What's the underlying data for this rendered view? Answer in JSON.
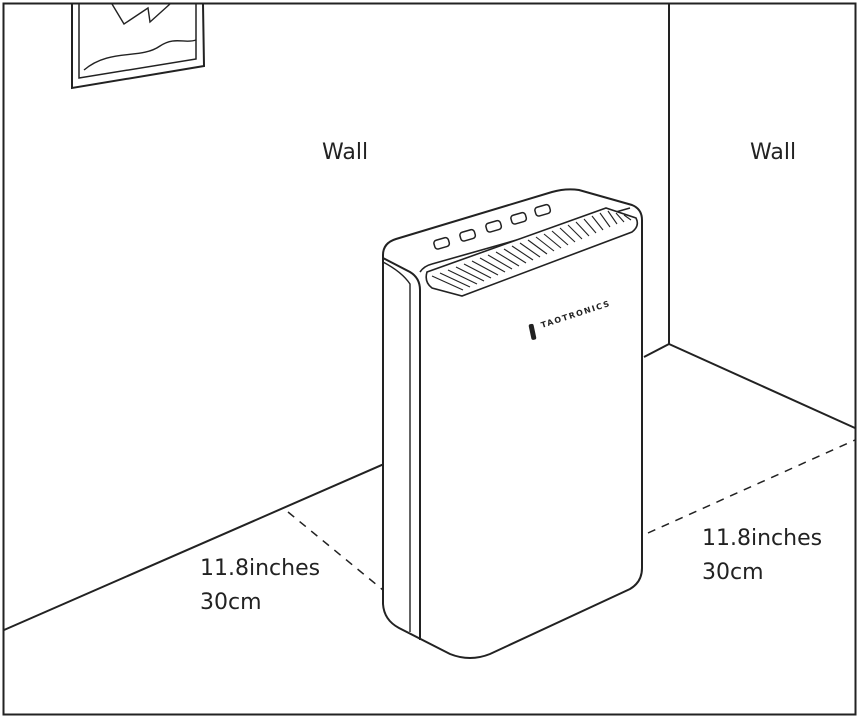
{
  "labels": {
    "wall_left": "Wall",
    "wall_right": "Wall",
    "distance_left_inches": "11.8inches",
    "distance_left_cm": "30cm",
    "distance_right_inches": "11.8inches",
    "distance_right_cm": "30cm"
  },
  "device": {
    "brand_text": "TAOTRONICS",
    "control_button_count": 5
  },
  "colors": {
    "line": "#222222",
    "background": "#ffffff"
  }
}
